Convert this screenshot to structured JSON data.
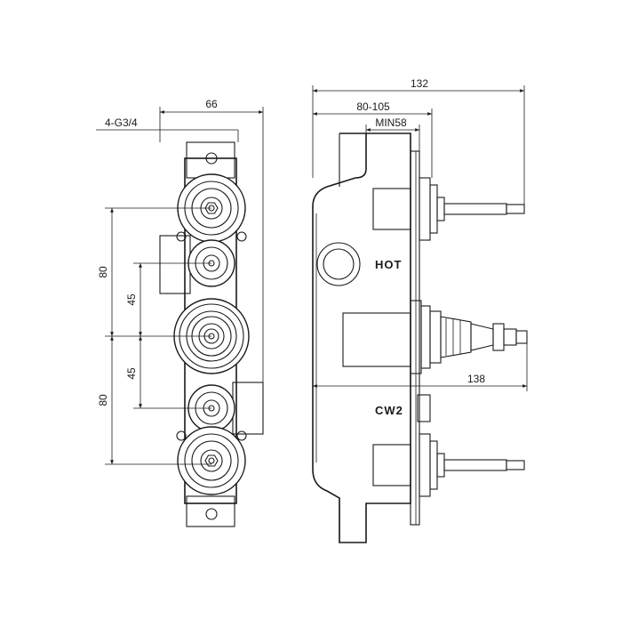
{
  "front_view": {
    "width_dim": "66",
    "thread_label": "4-G3/4",
    "upper_spacing": "80",
    "upper_mid_spacing": "45",
    "lower_mid_spacing": "45",
    "lower_spacing": "80"
  },
  "side_view": {
    "overall_depth": "132",
    "install_range": "80-105",
    "min_depth": "MIN58",
    "cartridge_depth": "138",
    "hot_label": "HOT",
    "cold_label": "CW2"
  }
}
